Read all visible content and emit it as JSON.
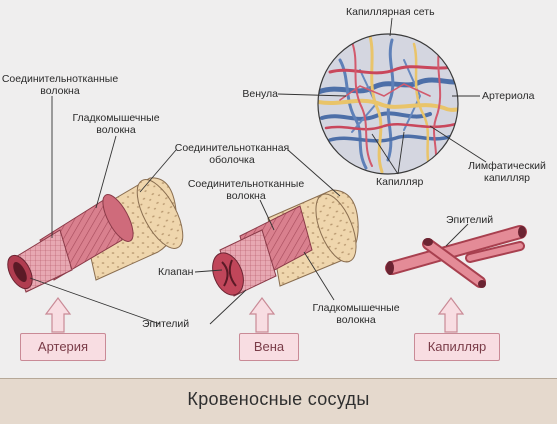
{
  "labels": {
    "capillary_network": "Капиллярная сеть",
    "venule": "Венула",
    "arteriole": "Артериола",
    "capillary": "Капилляр",
    "lymph_capillary_1": "Лимфатический",
    "lymph_capillary_2": "капилляр",
    "connective_fibers_1": "Соединительнотканные",
    "connective_fibers_2": "волокна",
    "smooth_muscle_1": "Гладкомышечные",
    "smooth_muscle_2": "волокна",
    "connective_sheath_1": "Соединительнотканная",
    "connective_sheath_2": "оболочка",
    "vein_connective_fibers_1": "Соединительнотканные",
    "vein_connective_fibers_2": "волокна",
    "valve": "Клапан",
    "epithelium": "Эпителий",
    "vein_smooth_muscle_1": "Гладкомышечные",
    "vein_smooth_muscle_2": "волокна",
    "cap_epithelium": "Эпителий"
  },
  "tags": {
    "artery": "Артерия",
    "vein": "Вена",
    "capillary": "Капилляр"
  },
  "footer": {
    "title": "Кровеносные сосуды"
  },
  "colors": {
    "background": "#efeeee",
    "footer_bg": "#e5d9cd",
    "tag_fill": "#f8dde2",
    "tag_border": "#c98a96",
    "artery_red": "#c9475c",
    "vein_blue": "#4d6fa8",
    "lymph_yellow": "#e9c46a",
    "sheath_tan": "#efd6ad"
  }
}
